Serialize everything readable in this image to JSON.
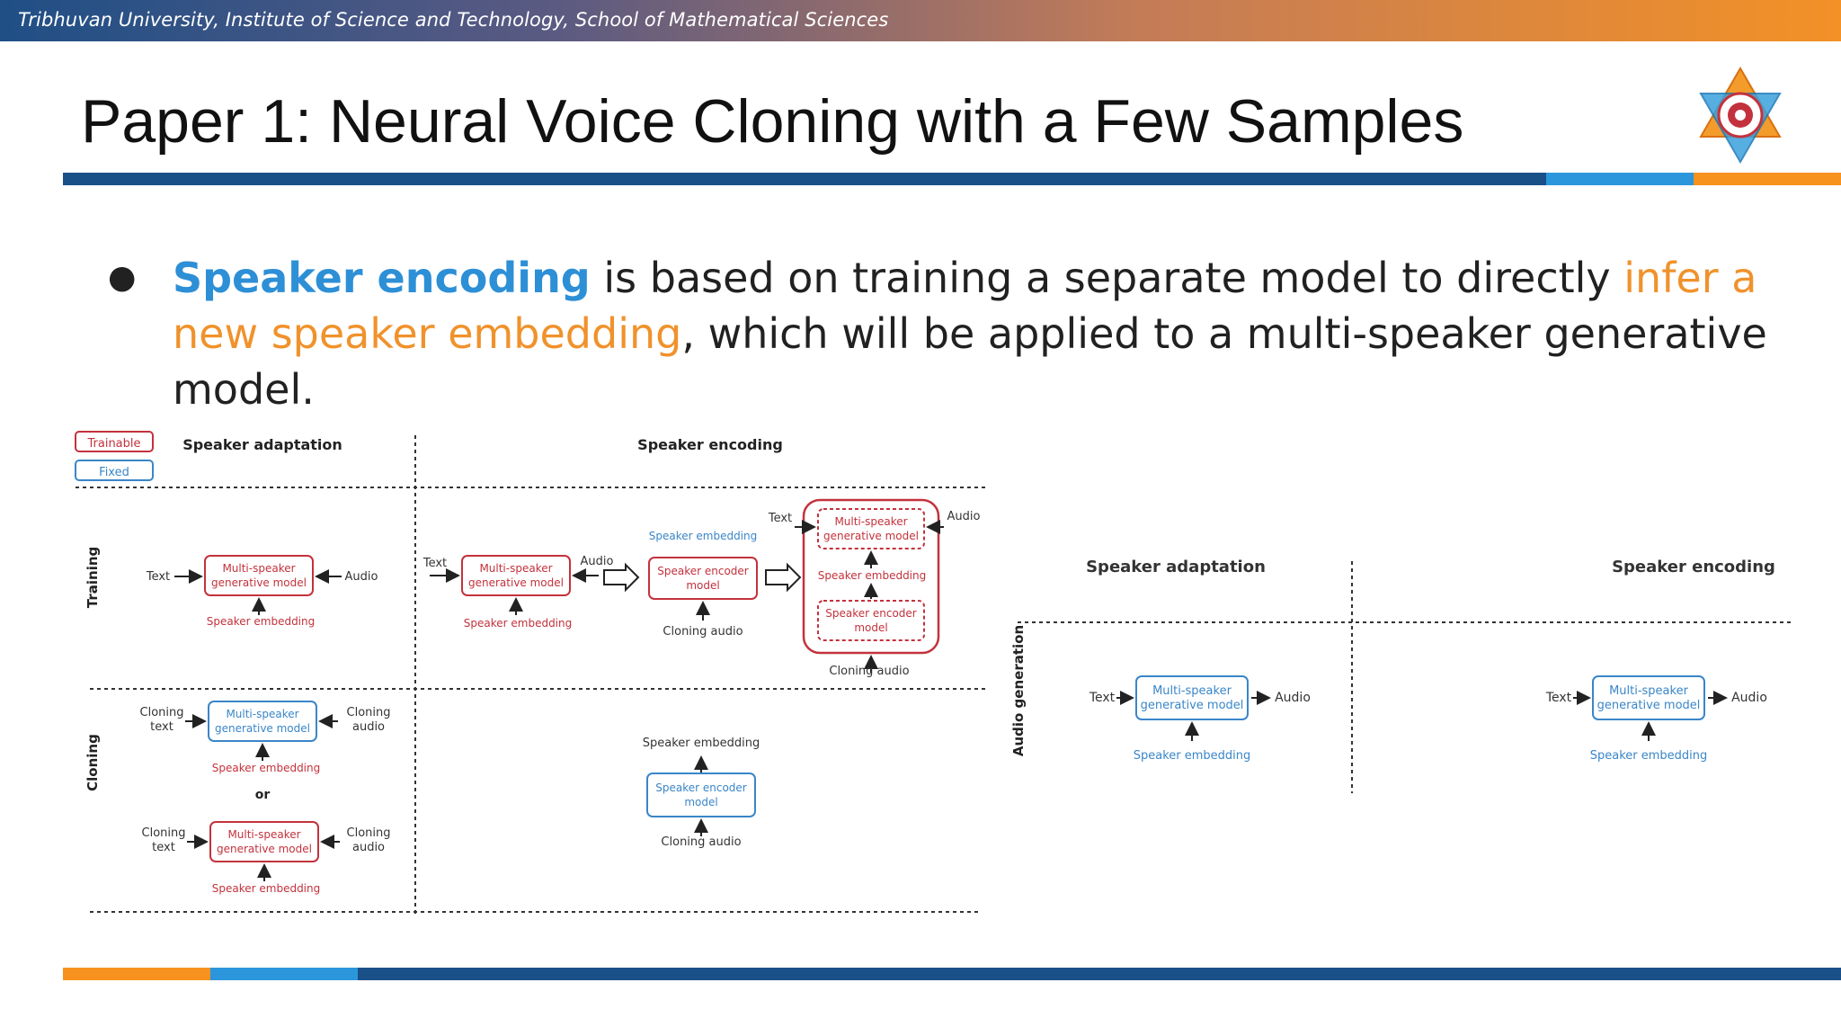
{
  "header": {
    "institution": "Tribhuvan University, Institute of Science and Technology, School of Mathematical Sciences"
  },
  "slide": {
    "title": "Paper 1: Neural Voice Cloning with a Few Samples",
    "bullet": {
      "keyword": "Speaker encoding",
      "part1": " is based on training a separate model to directly ",
      "highlight": "infer a new speaker embedding",
      "part2": ", which will be applied to a multi-speaker generative model."
    }
  },
  "colors": {
    "blue_dark": "#1a5088",
    "blue_light": "#2c96dc",
    "orange": "#f7921e",
    "trainable": "#c3323c",
    "fixed": "#3a86c8"
  },
  "diagram_left": {
    "legend": {
      "trainable": "Trainable",
      "fixed": "Fixed"
    },
    "col_adaptation": "Speaker adaptation",
    "col_encoding": "Speaker encoding",
    "row_training": "Training",
    "row_cloning": "Cloning",
    "lbl_text": "Text",
    "lbl_audio": "Audio",
    "lbl_cloning_audio": "Cloning audio",
    "lbl_cloning_text_1": "Cloning",
    "lbl_cloning_text_2": "text",
    "lbl_cloning_audio_1": "Cloning",
    "lbl_cloning_audio_2": "audio",
    "msgm_1": "Multi-speaker",
    "msgm_2": "generative model",
    "sem_1": "Speaker encoder",
    "sem_2": "model",
    "speaker_embedding": "Speaker embedding",
    "or": "or"
  },
  "diagram_right": {
    "col_adaptation": "Speaker adaptation",
    "col_encoding": "Speaker encoding",
    "row_audio_generation": "Audio generation",
    "lbl_text": "Text",
    "lbl_audio": "Audio",
    "msgm_1": "Multi-speaker",
    "msgm_2": "generative model",
    "speaker_embedding": "Speaker embedding"
  }
}
